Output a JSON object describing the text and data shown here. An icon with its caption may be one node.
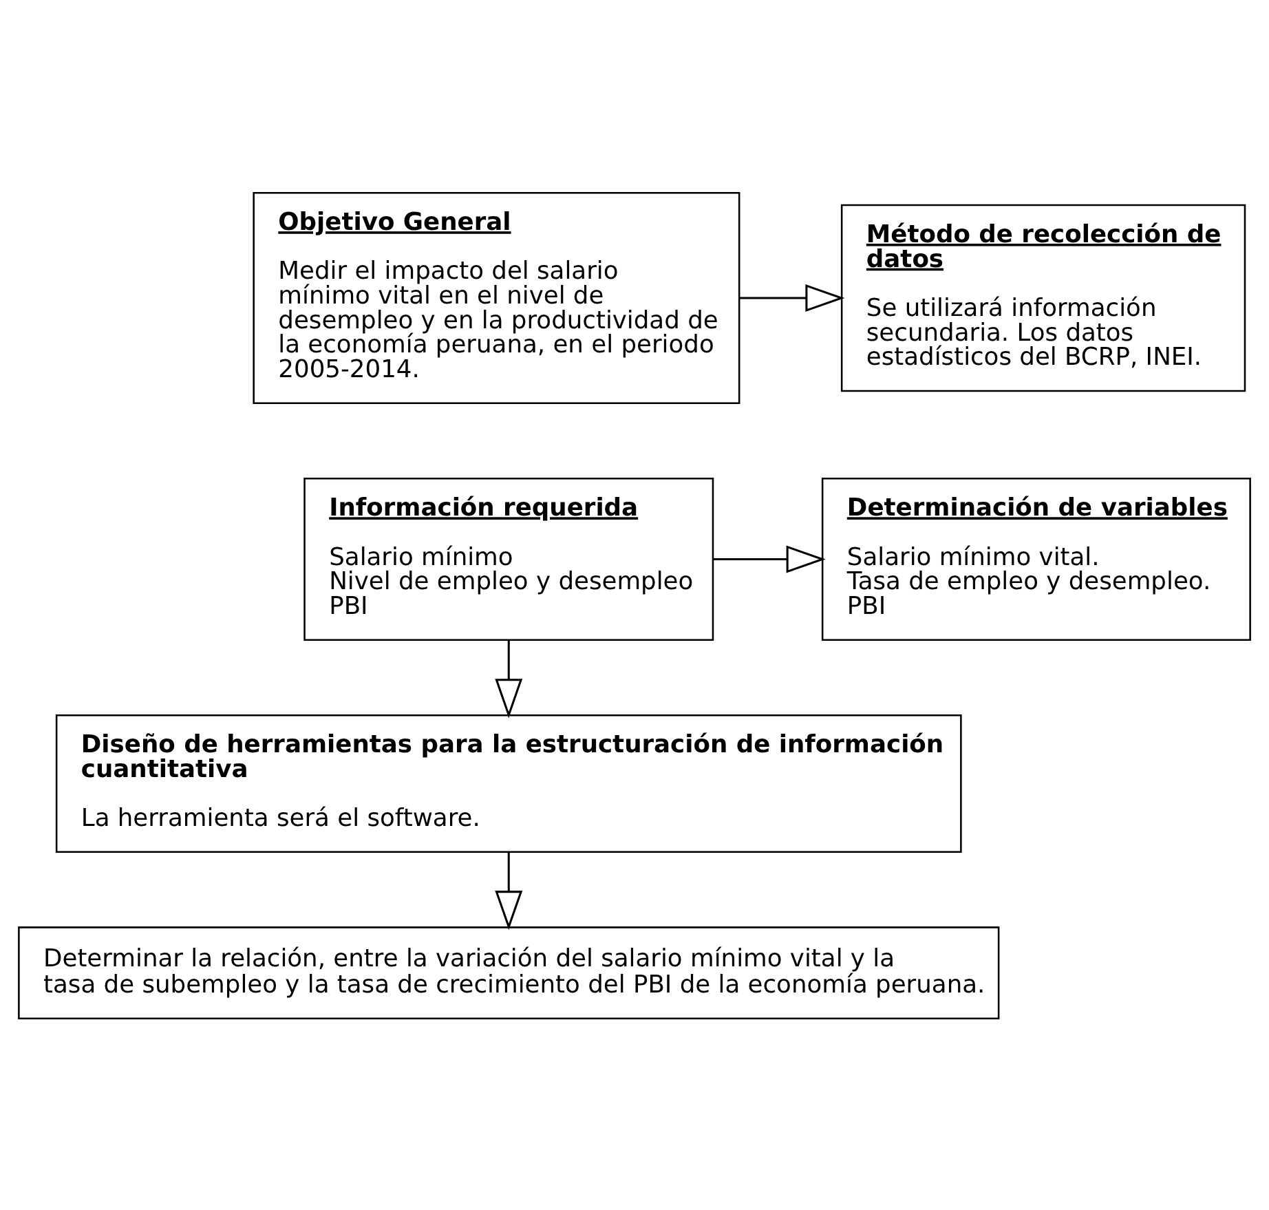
{
  "diagram": {
    "nodes": [
      {
        "text": [
          "Objetivo General",
          "Medir el impacto del salario mínimo vital en el nivel de desempleo y en la productividad de la economía peruana, en el periodo 2005-2014."
        ]
      },
      {
        "text": [
          "Método de recolección de datos",
          "Se utilizará información secundaria. Los datos estadísticos del BCRP, INEI."
        ]
      },
      {
        "text": [
          "Información requerida",
          "Salario mínimo",
          "Nivel de empleo y desempleo",
          "PBI"
        ]
      },
      {
        "text": [
          "Determinación de variables",
          "Salario mínimo vital.",
          "Tasa de empleo y desempleo.",
          "PBI"
        ]
      },
      {
        "text": [
          "Diseño de herramientas para la estructuración de información cuantitativa",
          "La herramienta será el software."
        ]
      },
      {
        "text": [
          "Determinar la relación, entre la variación del salario mínimo vital y la tasa de subempleo y la tasa de crecimiento del PBI de la economía peruana."
        ]
      }
    ],
    "edges": [
      {
        "from": 0,
        "to": 1,
        "arrow": "to"
      },
      {
        "from": 2,
        "to": 3,
        "arrow": "to"
      },
      {
        "from": 2,
        "to": 4,
        "arrow": "to"
      },
      {
        "from": 4,
        "to": 5,
        "arrow": "to"
      }
    ]
  }
}
